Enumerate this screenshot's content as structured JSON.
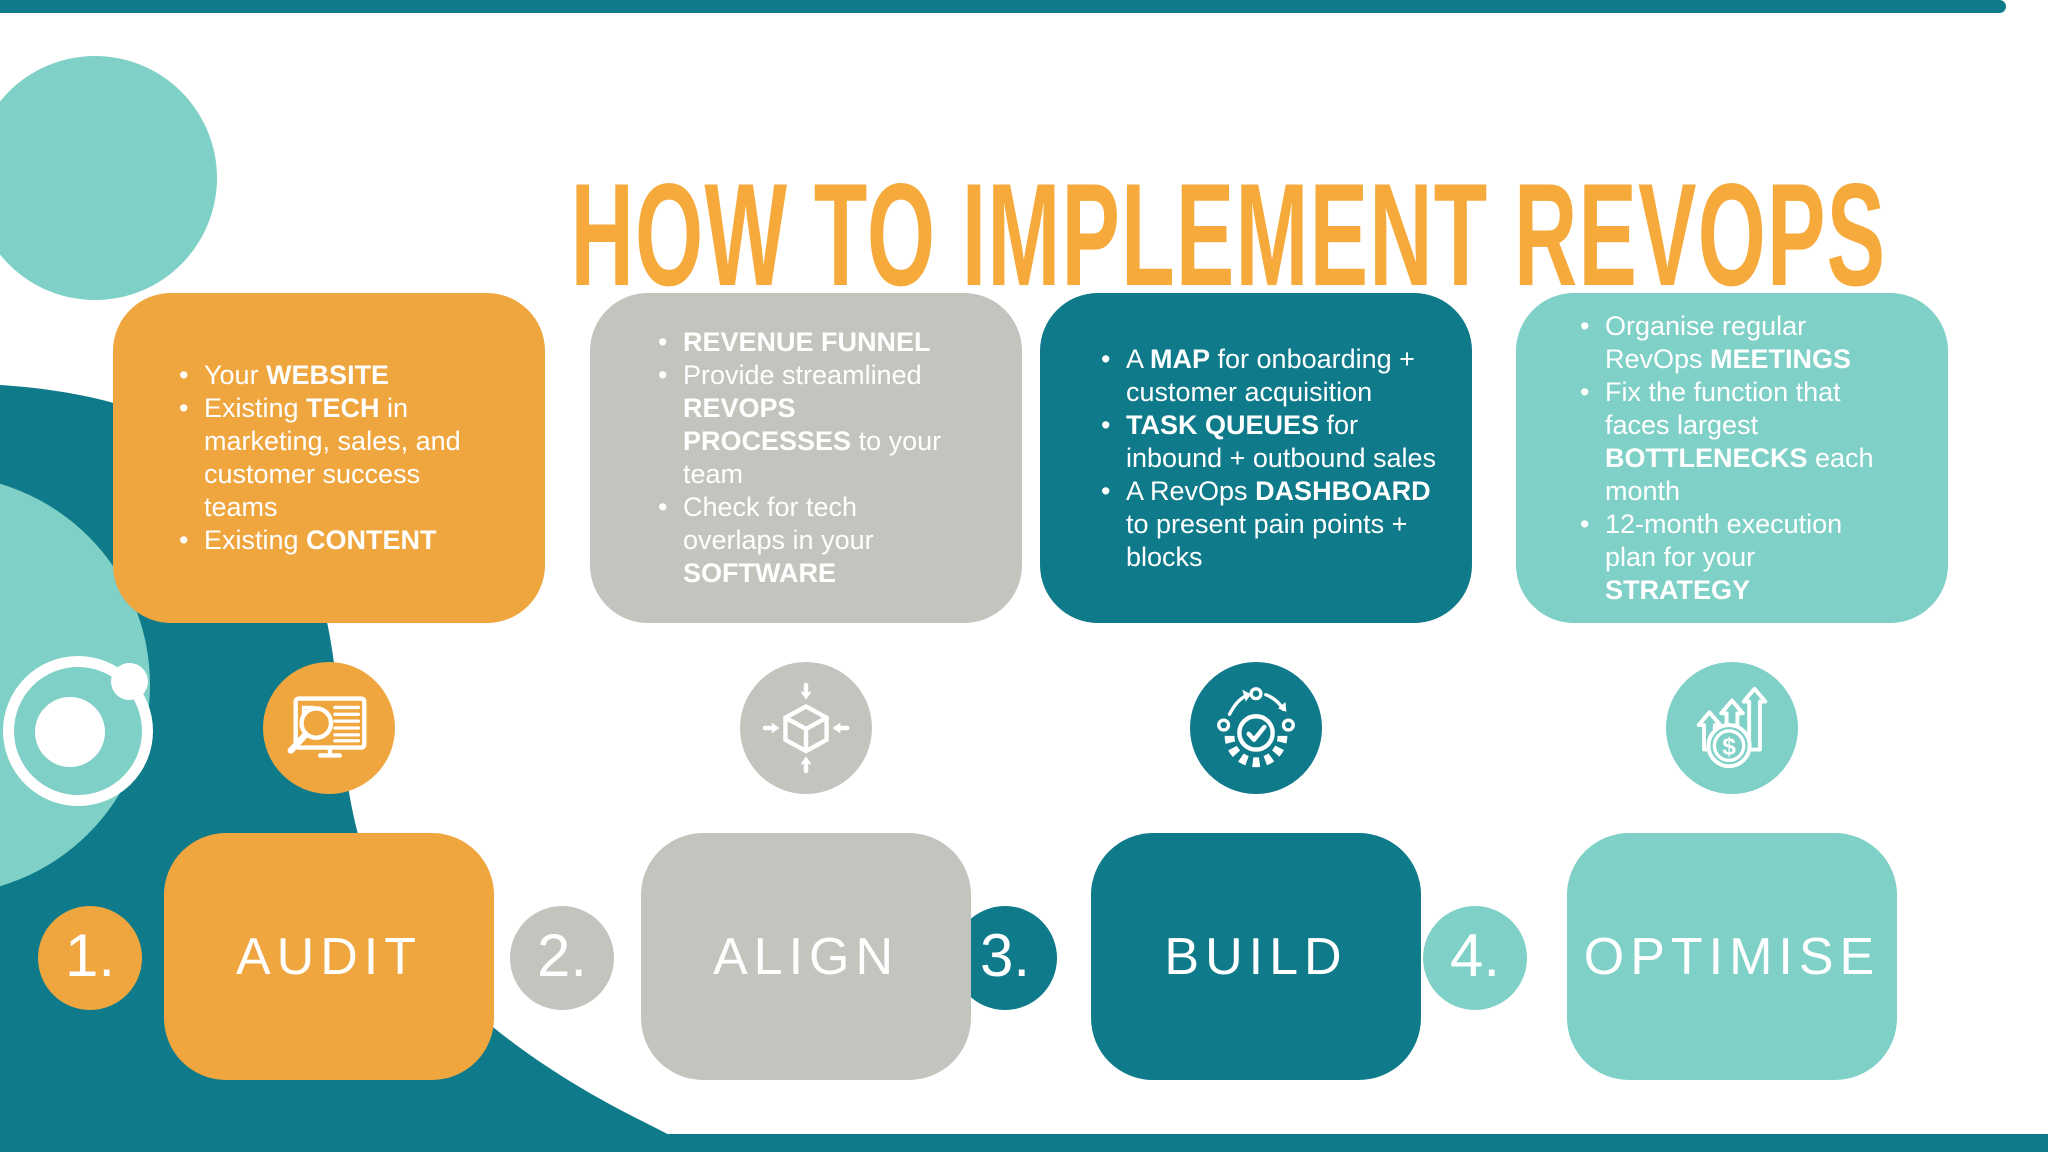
{
  "title": "HOW TO IMPLEMENT REVOPS",
  "colors": {
    "orange": "#EFA63F",
    "gray": "#C2C4BE",
    "teal": "#0E7A8A",
    "light_teal": "#7FD0C6"
  },
  "steps": [
    {
      "number": "1.",
      "label": "AUDIT",
      "icon": "screen-magnifier-audit-icon",
      "bullets": [
        [
          {
            "t": "Your "
          },
          {
            "t": "WEBSITE",
            "b": true
          }
        ],
        [
          {
            "t": "Existing "
          },
          {
            "t": "TECH",
            "b": true
          },
          {
            "t": " in marketing, sales, and customer success teams"
          }
        ],
        [
          {
            "t": "Existing "
          },
          {
            "t": "CONTENT",
            "b": true
          }
        ]
      ]
    },
    {
      "number": "2.",
      "label": "ALIGN",
      "icon": "cube-converging-arrows-icon",
      "bullets": [
        [
          {
            "t": "REVENUE FUNNEL",
            "b": true
          }
        ],
        [
          {
            "t": "Provide streamlined "
          },
          {
            "t": "REVOPS PROCESSES",
            "b": true
          },
          {
            "t": " to your team"
          }
        ],
        [
          {
            "t": "Check for tech overlaps in your "
          },
          {
            "t": "SOFTWARE",
            "b": true
          }
        ]
      ]
    },
    {
      "number": "3.",
      "label": "BUILD",
      "icon": "gear-checkmark-process-icon",
      "bullets": [
        [
          {
            "t": "A "
          },
          {
            "t": "MAP",
            "b": true
          },
          {
            "t": " for onboarding + customer acquisition"
          }
        ],
        [
          {
            "t": "TASK QUEUES",
            "b": true
          },
          {
            "t": " for inbound + outbound sales"
          }
        ],
        [
          {
            "t": "A RevOps "
          },
          {
            "t": "DASHBOARD",
            "b": true
          },
          {
            "t": " to present pain points + blocks"
          }
        ]
      ]
    },
    {
      "number": "4.",
      "label": "OPTIMISE",
      "icon": "growth-arrows-dollar-icon",
      "bullets": [
        [
          {
            "t": "Organise regular RevOps "
          },
          {
            "t": "MEETINGS",
            "b": true
          }
        ],
        [
          {
            "t": "Fix the function that faces largest "
          },
          {
            "t": "BOTTLENECKS",
            "b": true
          },
          {
            "t": " each month"
          }
        ],
        [
          {
            "t": "12-month execution plan for your "
          },
          {
            "t": "STRATEGY",
            "b": true
          }
        ]
      ]
    }
  ]
}
